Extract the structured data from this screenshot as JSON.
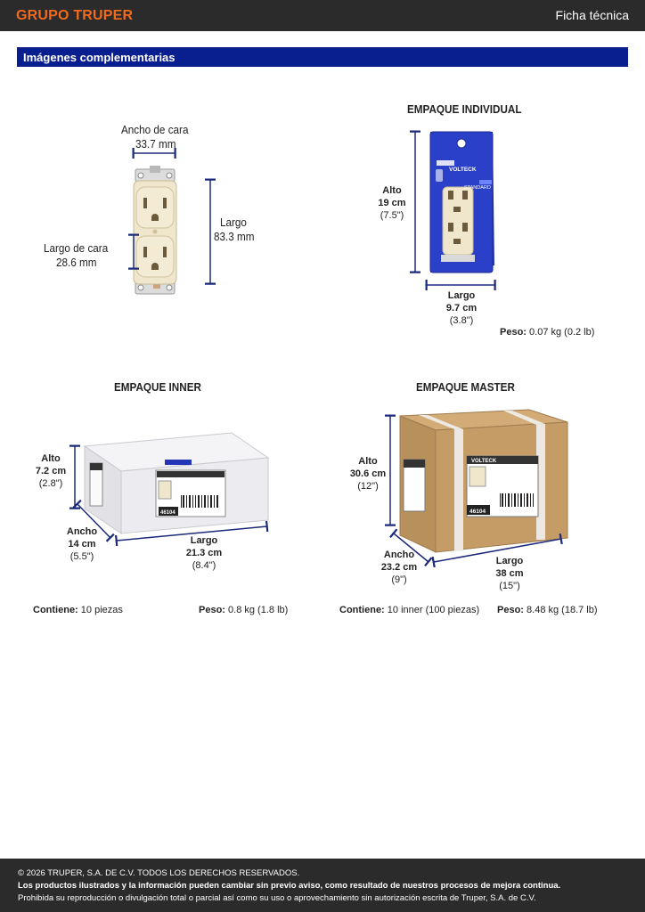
{
  "header": {
    "brand": "GRUPO TRUPER",
    "doc_title": "Ficha técnica"
  },
  "section": {
    "title": "Imágenes complementarias"
  },
  "product": {
    "face_width_label": "Ancho de cara",
    "face_width_value": "33.7 mm",
    "length_label": "Largo",
    "length_value": "83.3 mm",
    "face_length_label": "Largo de cara",
    "face_length_value": "28.6 mm"
  },
  "individual": {
    "title": "EMPAQUE INDIVIDUAL",
    "height_label": "Alto",
    "height_cm": "19 cm",
    "height_in": "(7.5\")",
    "length_label": "Largo",
    "length_cm": "9.7 cm",
    "length_in": "(3.8\")",
    "weight_label": "Peso:",
    "weight_value": "0.07 kg (0.2 lb)",
    "pack_brand": "VOLTECK",
    "pack_tag": "STANDARD"
  },
  "inner": {
    "title": "EMPAQUE INNER",
    "height_label": "Alto",
    "height_cm": "7.2 cm",
    "height_in": "(2.8\")",
    "width_label": "Ancho",
    "width_cm": "14 cm",
    "width_in": "(5.5\")",
    "length_label": "Largo",
    "length_cm": "21.3 cm",
    "length_in": "(8.4\")",
    "contains_label": "Contiene:",
    "contains_value": "10 piezas",
    "weight_label": "Peso:",
    "weight_value": "0.8 kg (1.8 lb)",
    "box_code": "46104"
  },
  "master": {
    "title": "EMPAQUE MASTER",
    "height_label": "Alto",
    "height_cm": "30.6 cm",
    "height_in": "(12\")",
    "width_label": "Ancho",
    "width_cm": "23.2 cm",
    "width_in": "(9\")",
    "length_label": "Largo",
    "length_cm": "38 cm",
    "length_in": "(15\")",
    "contains_label": "Contiene:",
    "contains_value": "10 inner (100 piezas)",
    "weight_label": "Peso:",
    "weight_value": "8.48 kg (18.7 lb)",
    "box_code": "46104",
    "box_brand": "VOLTECK"
  },
  "footer": {
    "copyright": "© 2026 TRUPER, S.A. DE C.V. TODOS LOS DERECHOS RESERVADOS.",
    "notice": "Los productos ilustrados y la información pueden cambiar sin previo aviso, como resultado de nuestros procesos de mejora continua.",
    "legal": "Prohibida su reproducción o divulgación total o parcial así como su uso o aprovechamiento sin autorización escrita de Truper, S.A. de C.V."
  },
  "colors": {
    "brand_orange": "#f26a1b",
    "section_blue": "#0a1f8f",
    "dimension_navy": "#1b2a7a",
    "header_dark": "#2b2b2b"
  }
}
